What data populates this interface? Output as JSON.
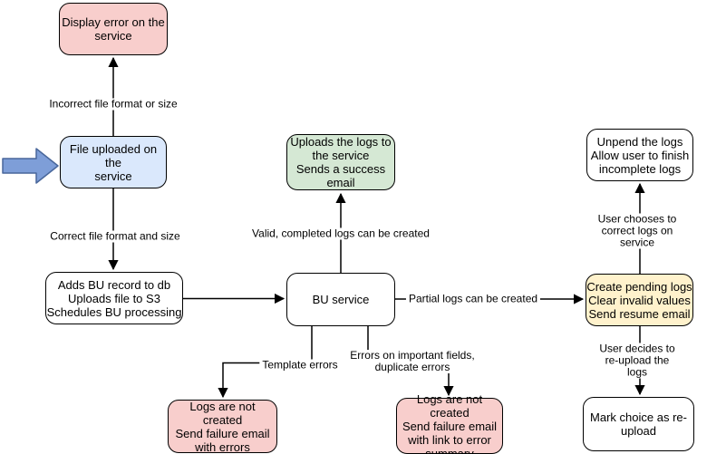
{
  "diagram": {
    "nodes": {
      "display_error": {
        "label": "Display error on the\nservice",
        "fill": "#f8cecc"
      },
      "file_uploaded": {
        "label": "File uploaded on the\nservice",
        "fill": "#dae8fc"
      },
      "adds_bu_record": {
        "label": "Adds BU record to db\nUploads file to S3\nSchedules BU processing",
        "fill": "#ffffff"
      },
      "uploads_logs": {
        "label": "Uploads the logs to\nthe service\nSends a success\nemail",
        "fill": "#d5e8d4"
      },
      "bu_service": {
        "label": "BU service",
        "fill": "#ffffff"
      },
      "unpend_logs": {
        "label": "Unpend the logs\nAllow user to finish\nincomplete logs",
        "fill": "#ffffff"
      },
      "create_pending_logs": {
        "label": "Create pending logs\nClear invalid values\nSend resume email",
        "fill": "#fff2cc"
      },
      "logs_not_created_errors": {
        "label": "Logs are not created\nSend failure email\nwith errors",
        "fill": "#f8cecc"
      },
      "logs_not_created_summary": {
        "label": "Logs are not created\nSend failure email\nwith link to error\nsummary",
        "fill": "#f8cecc"
      },
      "mark_reupload": {
        "label": "Mark choice as re-\nupload",
        "fill": "#ffffff"
      }
    },
    "edge_labels": {
      "incorrect_file": "Incorrect file format or size",
      "correct_file": "Correct file format and size",
      "valid_logs": "Valid, completed logs can be created",
      "partial_logs": "Partial logs can be created",
      "template_errors": "Template errors",
      "field_errors": "Errors on important fields,\nduplicate errors",
      "user_corrects": "User chooses to correct logs on service",
      "user_reuploads": "User decides to re-upload the logs"
    },
    "start_arrow": {
      "fill": "#7e9ed8",
      "stroke": "#49679b"
    },
    "colors": {
      "node_stroke": "#000000",
      "edge_stroke": "#000000",
      "error_fill": "#f8cecc",
      "input_fill": "#dae8fc",
      "success_fill": "#d5e8d4",
      "pending_fill": "#fff2cc"
    }
  }
}
